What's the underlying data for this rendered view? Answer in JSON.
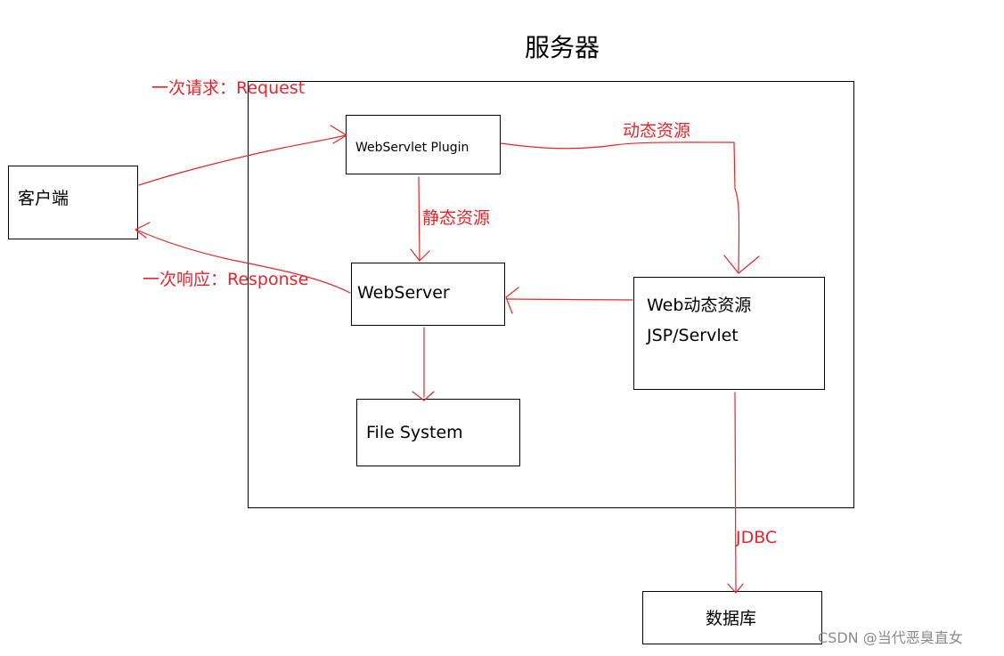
{
  "server": {
    "title": "服务器"
  },
  "nodes": {
    "client": "客户端",
    "plugin": "WebServlet Plugin",
    "webserver": "WebServer",
    "dynamic_line1": "Web动态资源",
    "dynamic_line2": "JSP/Servlet",
    "filesystem": "File System",
    "database": "数据库"
  },
  "edges": {
    "request": "一次请求：Request",
    "response": "一次响应：Response",
    "dynamic": "动态资源",
    "static": "静态资源",
    "jdbc": "JDBC"
  },
  "watermark": "CSDN @当代恶臭直女",
  "colors": {
    "arrow": "#e8242a",
    "border": "#000000",
    "watermark": "#8a8a8a"
  }
}
